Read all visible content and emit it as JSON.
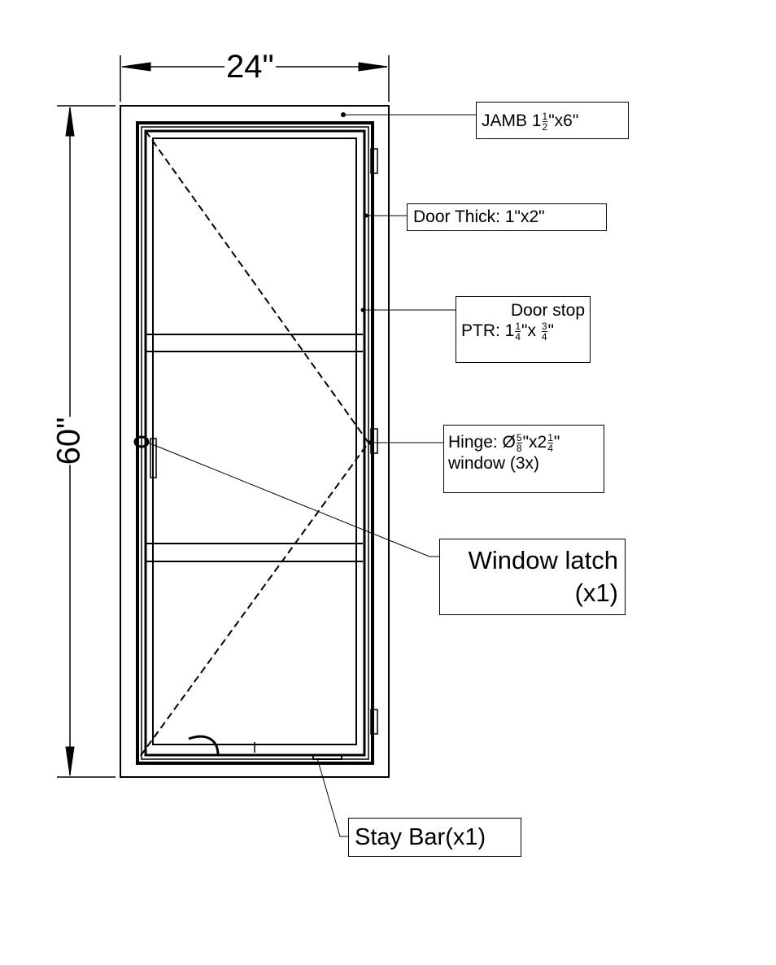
{
  "dimensions": {
    "width": "24\"",
    "height": "60\""
  },
  "labels": {
    "jamb": {
      "text": "JAMB  1",
      "num": "1",
      "den": "2",
      "suffix": "\"x6\""
    },
    "door_thick": {
      "text": "Door Thick:   1\"x2\""
    },
    "door_stop": {
      "line1": "Door stop",
      "line2_pre": "PTR: 1",
      "num1": "1",
      "den1": "4",
      "mid": "\"x ",
      "num2": "3",
      "den2": "4",
      "suffix": "\""
    },
    "hinge": {
      "pre": "Hinge: Ø",
      "num1": "5",
      "den1": "8",
      "mid": "\"x2",
      "num2": "1",
      "den2": "4",
      "suffix": "\"",
      "line2": "window (3x)"
    },
    "window_latch": {
      "line1": "Window latch",
      "line2": "(x1)"
    },
    "stay_bar": {
      "text": "Stay Bar(x1)"
    }
  }
}
